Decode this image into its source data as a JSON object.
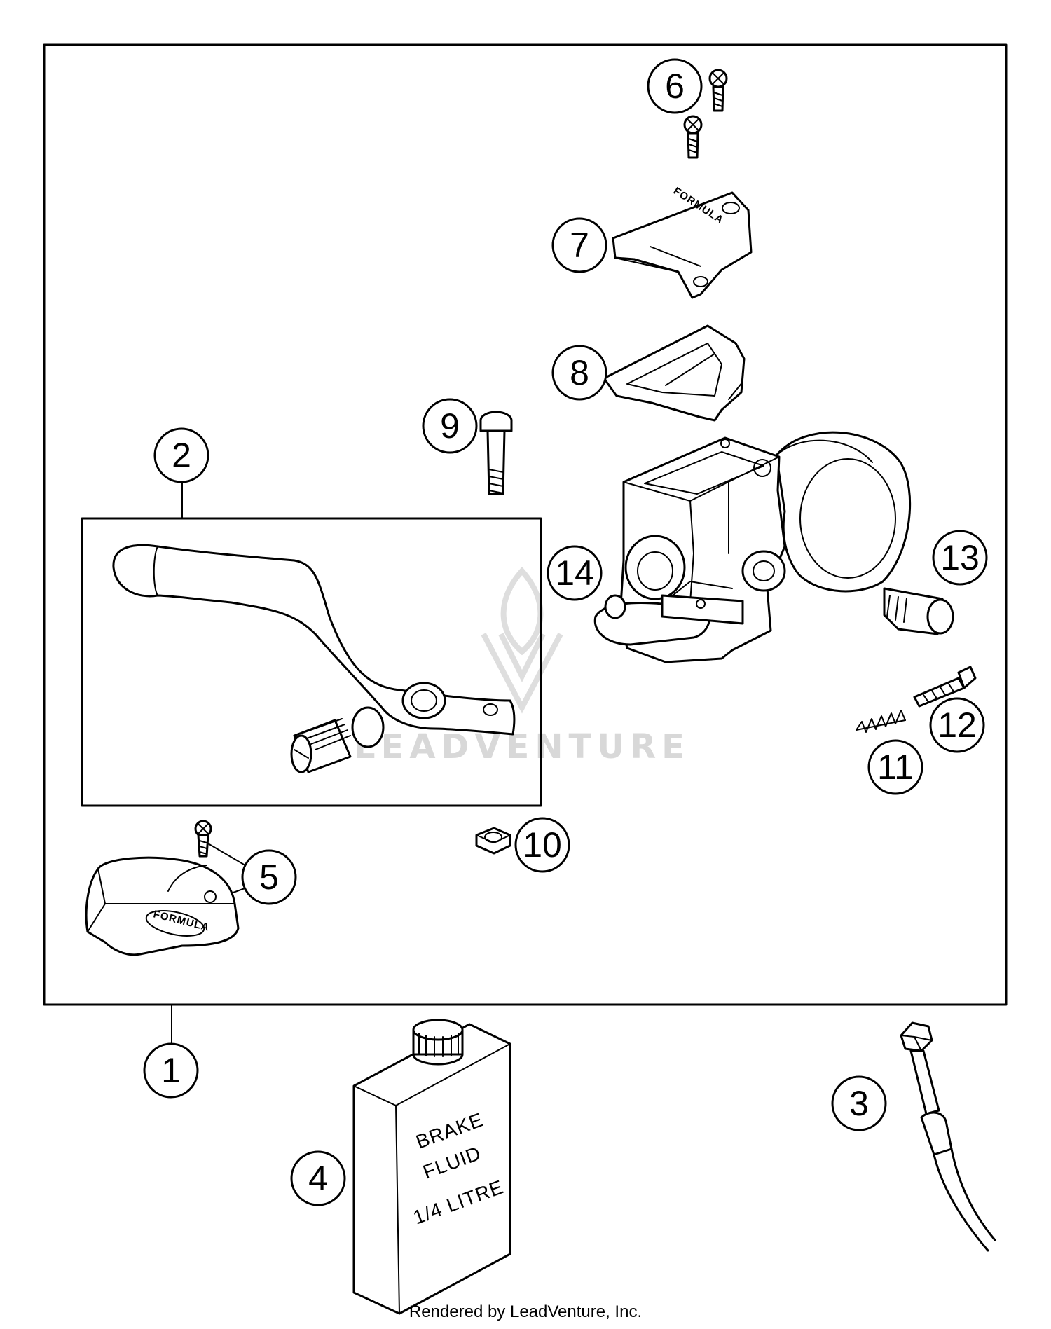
{
  "callouts": [
    {
      "id": "1",
      "label": "1"
    },
    {
      "id": "2",
      "label": "2"
    },
    {
      "id": "3",
      "label": "3"
    },
    {
      "id": "4",
      "label": "4"
    },
    {
      "id": "5",
      "label": "5"
    },
    {
      "id": "6",
      "label": "6"
    },
    {
      "id": "7",
      "label": "7"
    },
    {
      "id": "8",
      "label": "8"
    },
    {
      "id": "9",
      "label": "9"
    },
    {
      "id": "10",
      "label": "10"
    },
    {
      "id": "11",
      "label": "11"
    },
    {
      "id": "12",
      "label": "12"
    },
    {
      "id": "13",
      "label": "13"
    },
    {
      "id": "14",
      "label": "14"
    }
  ],
  "part_markings": {
    "brand": "FORMULA",
    "fluid_line1": "BRAKE",
    "fluid_line2": "FLUID",
    "fluid_line3": "1/4 LITRE"
  },
  "watermark": "LEADVENTURE",
  "footer": "Rendered by LeadVenture, Inc.",
  "colors": {
    "line": "#000000",
    "background": "#ffffff",
    "watermark": "#d8d8d8"
  }
}
